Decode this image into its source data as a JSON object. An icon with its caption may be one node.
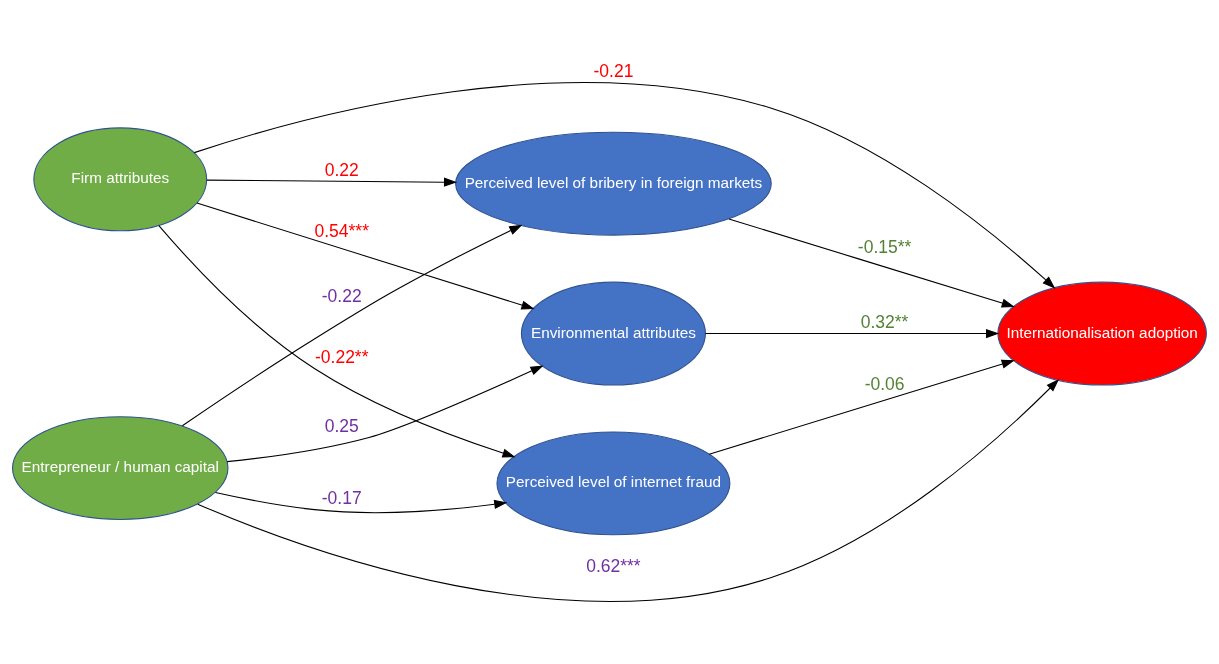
{
  "diagram": {
    "nodes": [
      {
        "text": [
          "Firm attributes"
        ]
      },
      {
        "text": [
          "Environmental attributes"
        ]
      },
      {
        "text": [
          "Perceived level of bribery in foreign markets"
        ]
      },
      {
        "text": [
          "Internationalisation adoption"
        ]
      },
      {
        "text": [
          "Entrepreneur / human capital"
        ]
      },
      {
        "text": [
          "Perceived level of internet fraud"
        ]
      }
    ],
    "edges": [
      {
        "from": 0,
        "to": 1,
        "arrow": "to",
        "label": "0.54***"
      },
      {
        "from": 0,
        "to": 3,
        "arrow": "to",
        "label": "-0.21"
      },
      {
        "from": 0,
        "to": 2,
        "arrow": "to",
        "label": "0.22"
      },
      {
        "from": 0,
        "to": 5,
        "arrow": "to",
        "label": "-0.22**"
      },
      {
        "from": 1,
        "to": 3,
        "arrow": "to",
        "label": "0.32**"
      },
      {
        "from": 2,
        "to": 3,
        "arrow": "to",
        "label": "-0.15**"
      },
      {
        "from": 5,
        "to": 3,
        "arrow": "to",
        "label": "-0.06"
      },
      {
        "from": 4,
        "to": 1,
        "arrow": "to",
        "label": "0.25"
      },
      {
        "from": 4,
        "to": 2,
        "arrow": "to",
        "label": "-0.22"
      },
      {
        "from": 4,
        "to": 3,
        "arrow": "to",
        "label": "0.62***"
      },
      {
        "from": 4,
        "to": 5,
        "arrow": "to",
        "label": "-0.17"
      }
    ]
  }
}
